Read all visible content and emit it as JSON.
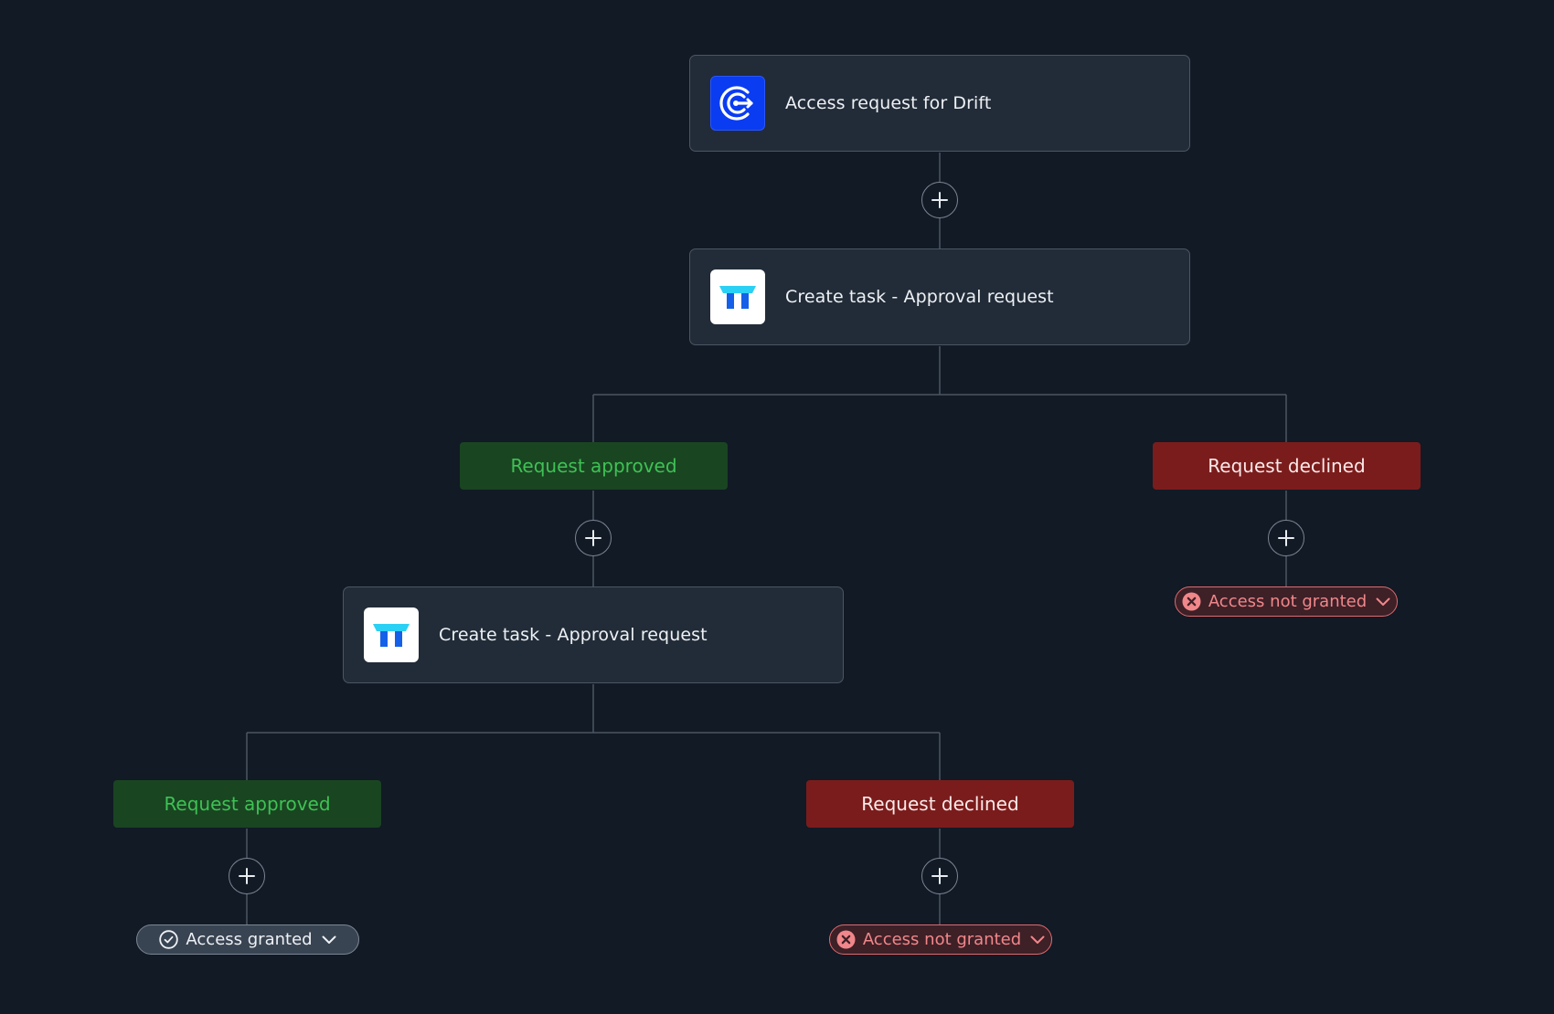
{
  "colors": {
    "background": "#111a25",
    "node_bg": "#222c38",
    "approved_bg": "#1a4521",
    "approved_text": "#3ec255",
    "declined_bg": "#7b1c1c",
    "declined_text": "#fbeaea",
    "denied_text": "#f0878a",
    "drift_brand": "#0a3cf2"
  },
  "workflow": {
    "trigger": {
      "label": "Access request for Drift",
      "icon": "drift-logo-icon"
    },
    "task_1": {
      "label": "Create task - Approval request",
      "icon": "tasks-logo-icon"
    },
    "task_1_approved": {
      "label": "Request approved"
    },
    "task_1_declined": {
      "label": "Request declined"
    },
    "task_1_declined_outcome": {
      "label": "Access not granted",
      "icon": "x-circle-icon"
    },
    "task_2": {
      "label": "Create task - Approval request",
      "icon": "tasks-logo-icon"
    },
    "task_2_approved": {
      "label": "Request approved"
    },
    "task_2_approved_outcome": {
      "label": "Access granted",
      "icon": "check-circle-icon"
    },
    "task_2_declined": {
      "label": "Request declined"
    },
    "task_2_declined_outcome": {
      "label": "Access not granted",
      "icon": "x-circle-icon"
    }
  }
}
